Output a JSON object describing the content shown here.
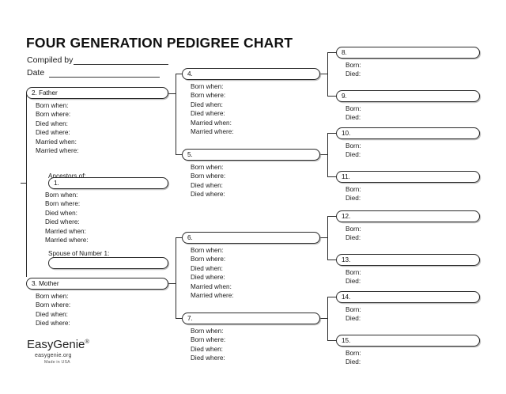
{
  "header": {
    "title": "FOUR GENERATION PEDIGREE CHART",
    "compiled_by_label": "Compiled by",
    "date_label": "Date"
  },
  "captions": {
    "ancestors_of": "Ancestors of:",
    "spouse_of_number_1": "Spouse of Number 1:"
  },
  "field_sets": {
    "full": [
      "Born when:",
      "Born where:",
      "Died when:",
      "Died where:",
      "Married when:",
      "Married where:"
    ],
    "short": [
      "Born when:",
      "Born where:",
      "Died when:",
      "Died where:"
    ],
    "minimal": [
      "Born:",
      "Died:"
    ]
  },
  "generations": {
    "gen1": [
      {
        "box_label": "1.",
        "fields": "full"
      }
    ],
    "gen1_spouse": [
      {
        "box_label": "",
        "fields": null
      }
    ],
    "gen2": [
      {
        "box_label": "2. Father",
        "fields": "full"
      },
      {
        "box_label": "3. Mother",
        "fields": "short"
      }
    ],
    "gen3": [
      {
        "box_label": "4.",
        "fields": "full"
      },
      {
        "box_label": "5.",
        "fields": "short"
      },
      {
        "box_label": "6.",
        "fields": "full"
      },
      {
        "box_label": "7.",
        "fields": "short"
      }
    ],
    "gen4": [
      {
        "box_label": "8.",
        "fields": "minimal"
      },
      {
        "box_label": "9.",
        "fields": "minimal"
      },
      {
        "box_label": "10.",
        "fields": "minimal"
      },
      {
        "box_label": "11.",
        "fields": "minimal"
      },
      {
        "box_label": "12.",
        "fields": "minimal"
      },
      {
        "box_label": "13.",
        "fields": "minimal"
      },
      {
        "box_label": "14.",
        "fields": "minimal"
      },
      {
        "box_label": "15.",
        "fields": "minimal"
      }
    ]
  },
  "footer": {
    "brand": "EasyGenie",
    "brand_mark": "®",
    "website": "easygenie.org",
    "made_in": "Made in USA"
  },
  "colors": {
    "ink": "#111111",
    "line": "#2b2b2b",
    "paper": "#ffffff"
  }
}
